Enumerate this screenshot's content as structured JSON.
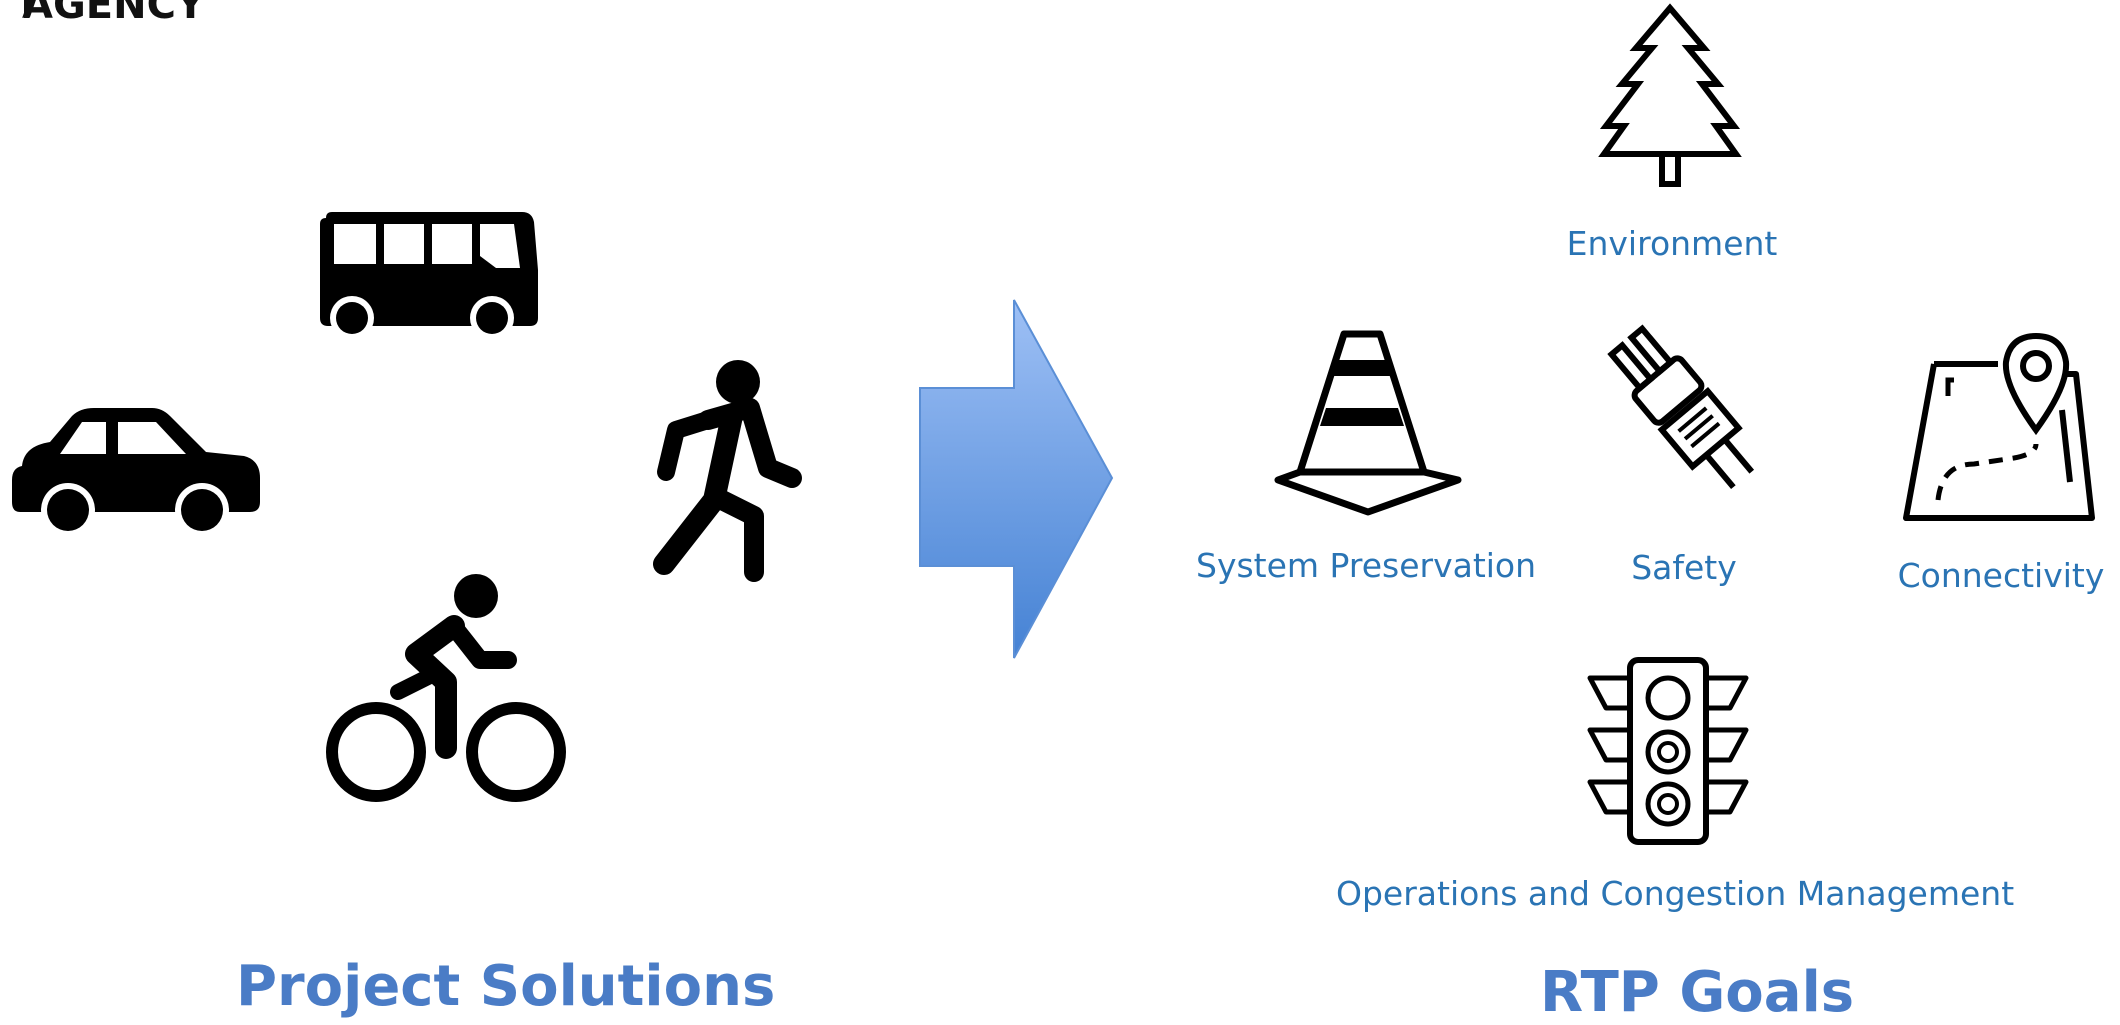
{
  "brand": {
    "text": "AGENCY"
  },
  "left": {
    "title": "Project Solutions",
    "icons": [
      "bus-icon",
      "car-icon",
      "pedestrian-icon",
      "bicycle-icon"
    ]
  },
  "arrow": {
    "icon": "right-arrow-icon",
    "color_top": "#93b8f2",
    "color_bottom": "#4a82d2"
  },
  "right": {
    "title": "RTP Goals",
    "goals": {
      "environment": "Environment",
      "system_preservation": "System Preservation",
      "safety": "Safety",
      "connectivity": "Connectivity",
      "operations": "Operations and Congestion Management"
    },
    "icons": [
      "tree-icon",
      "traffic-cone-icon",
      "seatbelt-icon",
      "map-pin-icon",
      "traffic-light-icon"
    ]
  },
  "colors": {
    "goal_label": "#2a74b4",
    "section_title": "#4a7cc6",
    "icon": "#000000"
  }
}
